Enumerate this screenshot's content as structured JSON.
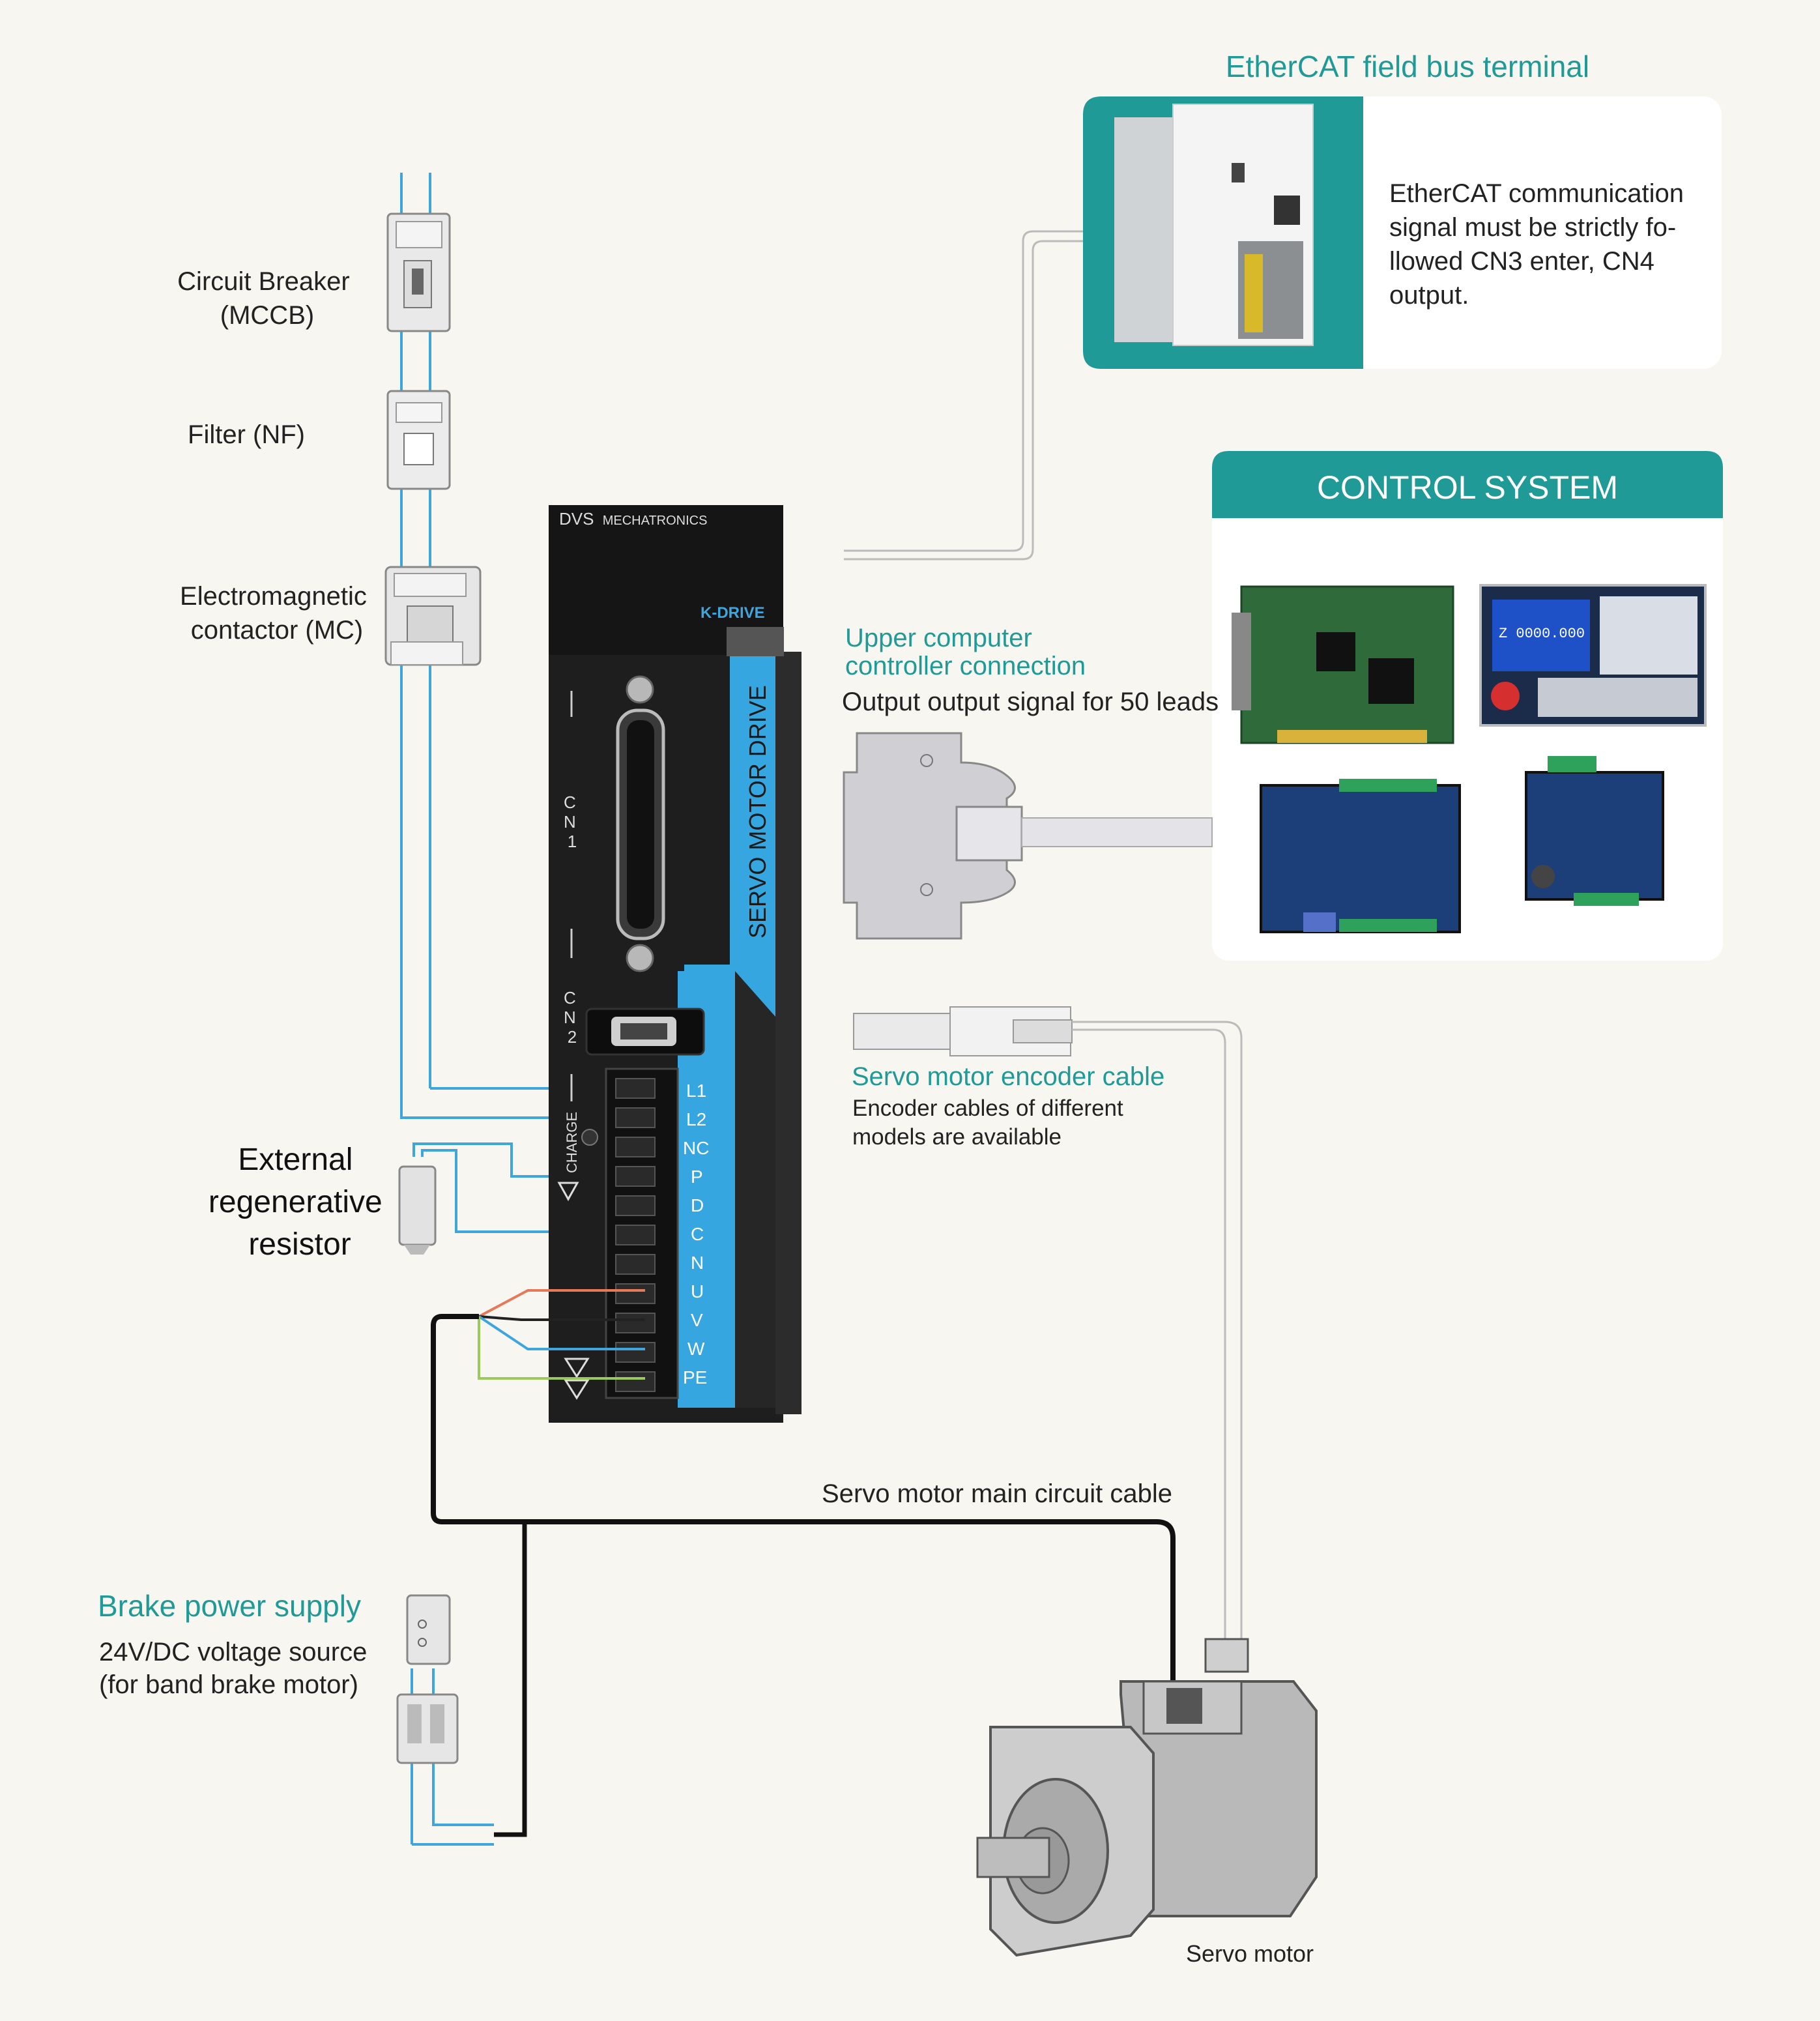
{
  "ethercat": {
    "title": "EtherCAT field bus terminal",
    "desc_lines": [
      "EtherCAT communication",
      "signal must be strictly fo-",
      "llowed CN3 enter, CN4",
      "output."
    ]
  },
  "control_system": {
    "title": "CONTROL SYSTEM",
    "cnc_readout": "Z  0000.000"
  },
  "power_chain": {
    "breaker_lines": [
      "Circuit Breaker",
      "(MCCB)"
    ],
    "filter": "Filter (NF)",
    "contactor_lines": [
      "Electromagnetic",
      "contactor (MC)"
    ]
  },
  "resistor": {
    "lines": [
      "External",
      "regenerative",
      "resistor"
    ]
  },
  "drive": {
    "brand_main": "DVS",
    "brand_sub": "MECHATRONICS",
    "model": "K-DRIVE",
    "side_label": "SERVO MOTOR DRIVE",
    "cn1_chars": [
      "C",
      "N",
      "1"
    ],
    "cn2_chars": [
      "C",
      "N",
      "2"
    ],
    "charge": "CHARGE",
    "terminals": [
      "L1",
      "L2",
      "NC",
      "P",
      "D",
      "C",
      "N",
      "U",
      "V",
      "W",
      "PE"
    ]
  },
  "upper_computer": {
    "title_lines": [
      "Upper computer",
      "controller connection"
    ],
    "desc": "Output output signal for 50 leads"
  },
  "encoder": {
    "title": "Servo motor encoder cable",
    "desc_lines": [
      "Encoder cables of different",
      "models are available"
    ]
  },
  "main_cable": {
    "label": "Servo motor main circuit cable"
  },
  "brake": {
    "title": "Brake power supply",
    "desc_lines": [
      "24V/DC voltage source",
      "(for band brake motor)"
    ]
  },
  "motor": {
    "label": "Servo motor"
  },
  "colors": {
    "teal": "#1f9a97",
    "drive_blue": "#35a6e0",
    "wire_blue": "#3ea6dd",
    "background": "#f7f6f0"
  }
}
